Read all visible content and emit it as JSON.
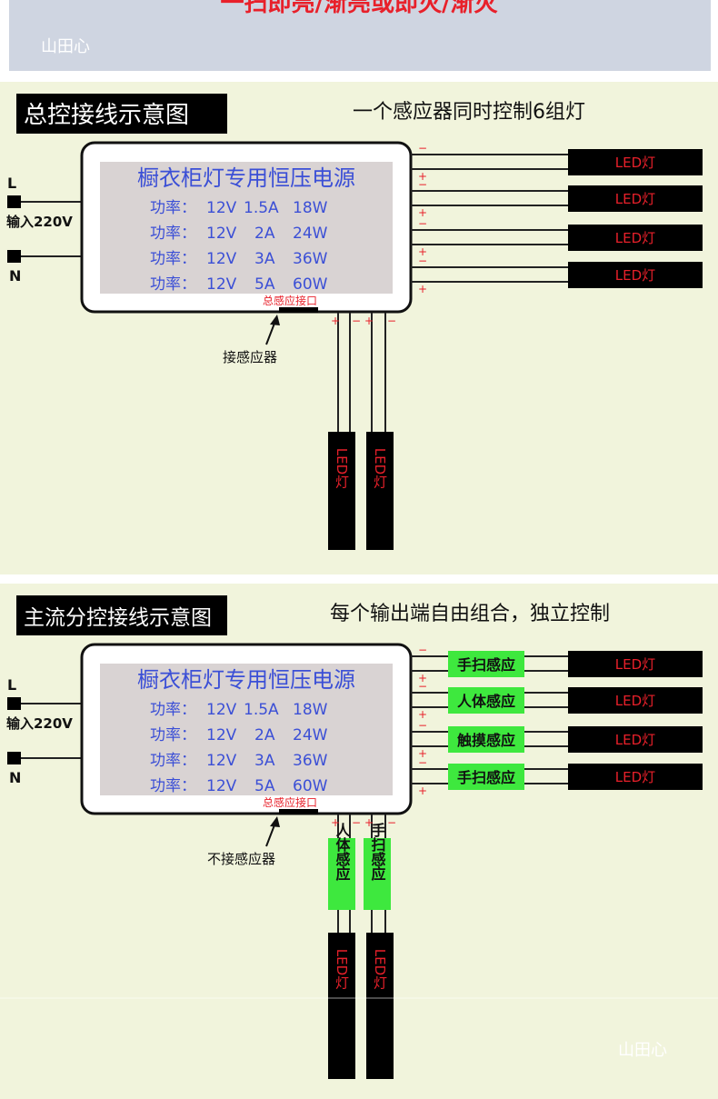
{
  "banner": {
    "headline": "一扫即亮/渐亮或即灭/渐灭",
    "watermark": "山田心"
  },
  "colors": {
    "panel_bg": "#f1f4dc",
    "banner_bg": "#cfd5e1",
    "sensor_green": "#3ee83e",
    "label_red": "#e8202a",
    "spec_blue": "#3b4fd6",
    "inner_gray": "#d9d3d3"
  },
  "psu": {
    "title": "橱衣柜灯专用恒压电源",
    "specs": [
      {
        "label": "功率：",
        "voltage": "12V",
        "current": "1.5A",
        "power": "18W"
      },
      {
        "label": "功率：",
        "voltage": "12V",
        "current": "2A",
        "power": "24W"
      },
      {
        "label": "功率：",
        "voltage": "12V",
        "current": "3A",
        "power": "36W"
      },
      {
        "label": "功率：",
        "voltage": "12V",
        "current": "5A",
        "power": "60W"
      }
    ],
    "sensor_port": "总感应接口"
  },
  "input": {
    "l": "L",
    "n": "N",
    "label": "输入220V"
  },
  "polarity": {
    "plus": "+",
    "minus": "−"
  },
  "led_label": "LED灯",
  "section1": {
    "title": "总控接线示意图",
    "subtitle": "一个感应器同时控制6组灯",
    "sensor_note": "接感应器"
  },
  "section2": {
    "title": "主流分控接线示意图",
    "subtitle": "每个输出端自由组合，独立控制",
    "sensor_note": "不接感应器",
    "right_sensors": [
      "手扫感应",
      "人体感应",
      "触摸感应",
      "手扫感应"
    ],
    "bottom_sensors": [
      "人体感应",
      "手扫感应"
    ]
  },
  "footer_watermark": "山田心"
}
